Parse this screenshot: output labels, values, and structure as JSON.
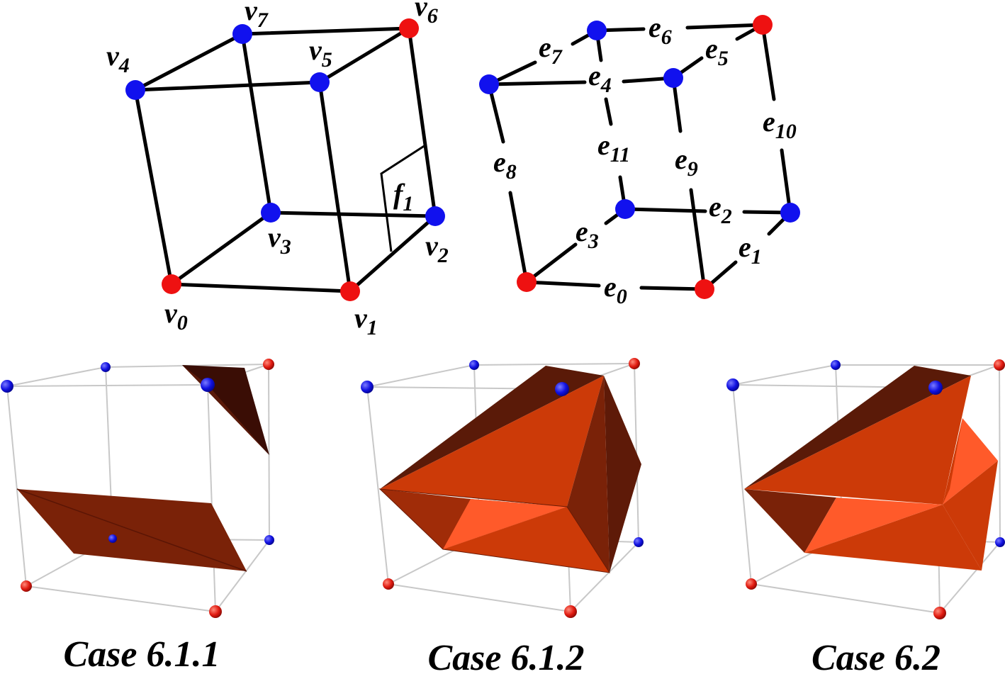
{
  "figure": {
    "vertex_labels": [
      {
        "base": "v",
        "sub": "0"
      },
      {
        "base": "v",
        "sub": "1"
      },
      {
        "base": "v",
        "sub": "2"
      },
      {
        "base": "v",
        "sub": "3"
      },
      {
        "base": "v",
        "sub": "4"
      },
      {
        "base": "v",
        "sub": "5"
      },
      {
        "base": "v",
        "sub": "6"
      },
      {
        "base": "v",
        "sub": "7"
      }
    ],
    "face_label": {
      "base": "f",
      "sub": "1"
    },
    "edge_labels": [
      {
        "base": "e",
        "sub": "0"
      },
      {
        "base": "e",
        "sub": "1"
      },
      {
        "base": "e",
        "sub": "2"
      },
      {
        "base": "e",
        "sub": "3"
      },
      {
        "base": "e",
        "sub": "4"
      },
      {
        "base": "e",
        "sub": "5"
      },
      {
        "base": "e",
        "sub": "6"
      },
      {
        "base": "e",
        "sub": "7"
      },
      {
        "base": "e",
        "sub": "8"
      },
      {
        "base": "e",
        "sub": "9"
      },
      {
        "base": "e",
        "sub": "10"
      },
      {
        "base": "e",
        "sub": "11"
      }
    ],
    "vertex_colors": [
      "red",
      "red",
      "blue",
      "blue",
      "blue",
      "blue",
      "red",
      "blue"
    ],
    "colors": {
      "red_vertex": "#ee1111",
      "blue_vertex": "#1111ee",
      "edge": "#000000",
      "surface_dark": "#7a2208",
      "surface_main": "#cc3a08",
      "surface_light": "#ff5a2a",
      "surface_shadow": "#4a1205",
      "thin_edge": "#c8c8c8"
    },
    "cases": [
      {
        "caption": "Case 6.1.1"
      },
      {
        "caption": "Case 6.1.2"
      },
      {
        "caption": "Case 6.2"
      }
    ]
  }
}
